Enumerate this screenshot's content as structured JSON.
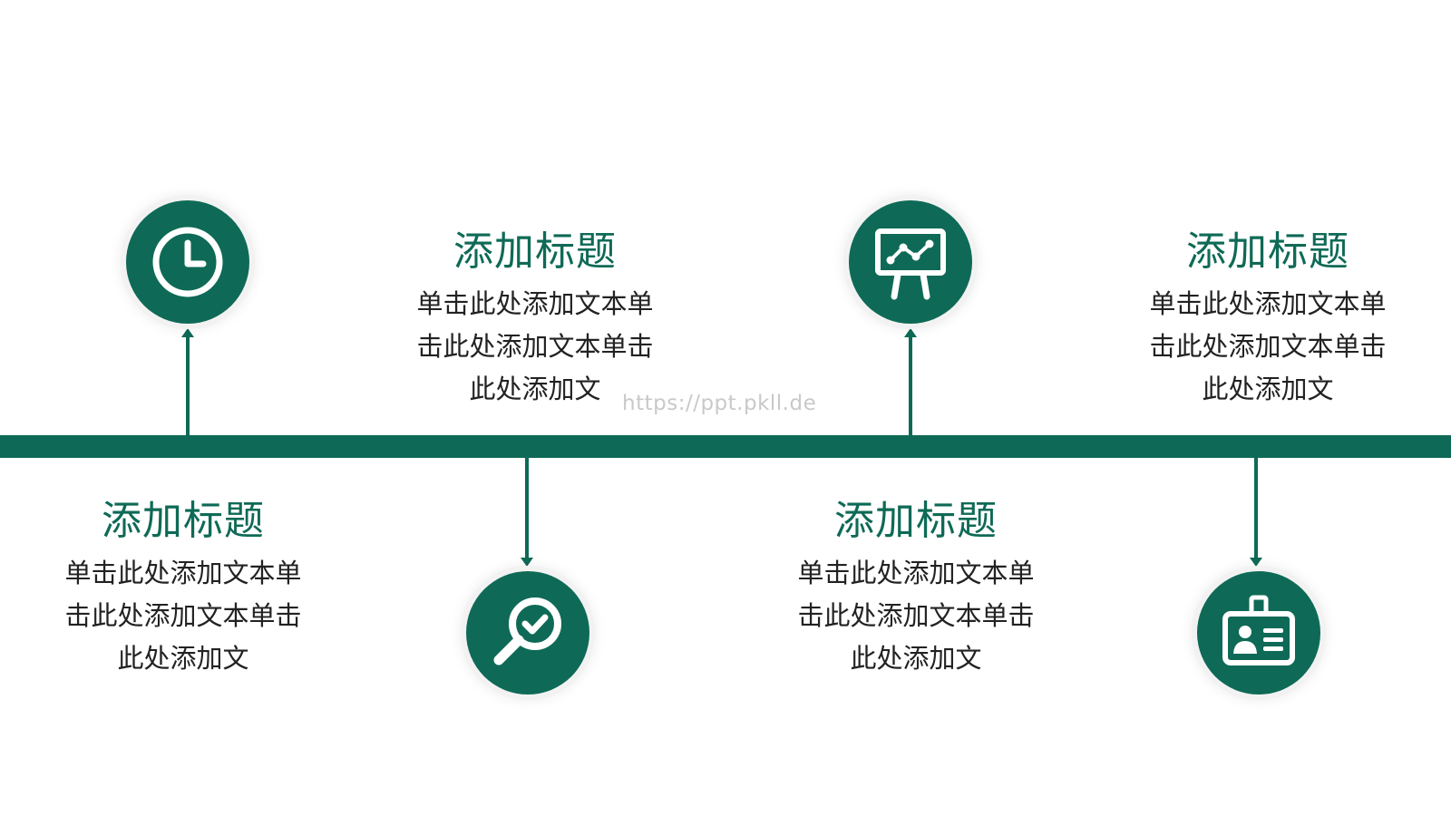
{
  "watermark": "https://ppt.pkll.de",
  "colors": {
    "accent": "#0e6a56",
    "text": "#222222",
    "background": "#ffffff"
  },
  "items": [
    {
      "icon": "clock-icon",
      "title": "添加标题",
      "lines": [
        "单击此处添加文本单",
        "击此处添加文本单击",
        "此处添加文"
      ]
    },
    {
      "icon": "search-check-icon",
      "title": "添加标题",
      "lines": [
        "单击此处添加文本单",
        "击此处添加文本单击",
        "此处添加文"
      ]
    },
    {
      "icon": "presentation-board-icon",
      "title": "添加标题",
      "lines": [
        "单击此处添加文本单",
        "击此处添加文本单击",
        "此处添加文"
      ]
    },
    {
      "icon": "id-badge-icon",
      "title": "添加标题",
      "lines": [
        "单击此处添加文本单",
        "击此处添加文本单击",
        "此处添加文"
      ]
    }
  ]
}
